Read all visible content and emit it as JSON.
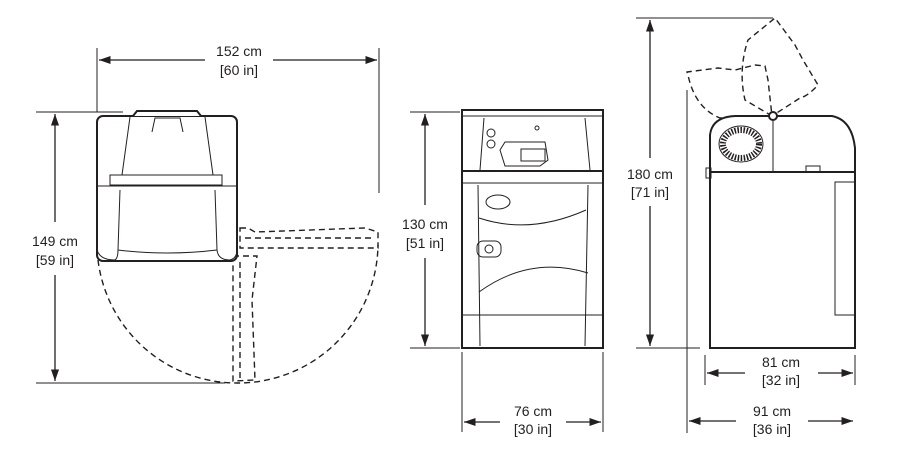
{
  "top_view": {
    "width_cm": "152 cm",
    "width_in": "[60 in]",
    "depth_cm": "149 cm",
    "depth_in": "[59 in]"
  },
  "front_view": {
    "height_cm": "130 cm",
    "height_in": "[51 in]",
    "width_cm": "76 cm",
    "width_in": "[30 in]"
  },
  "side_view": {
    "height_cm": "180 cm",
    "height_in": "[71 in]",
    "depth_cm": "81 cm",
    "depth_in": "[32 in]",
    "overall_depth_cm": "91 cm",
    "overall_depth_in": "[36 in]"
  },
  "colors": {
    "line": "#231f20",
    "background": "#ffffff"
  }
}
